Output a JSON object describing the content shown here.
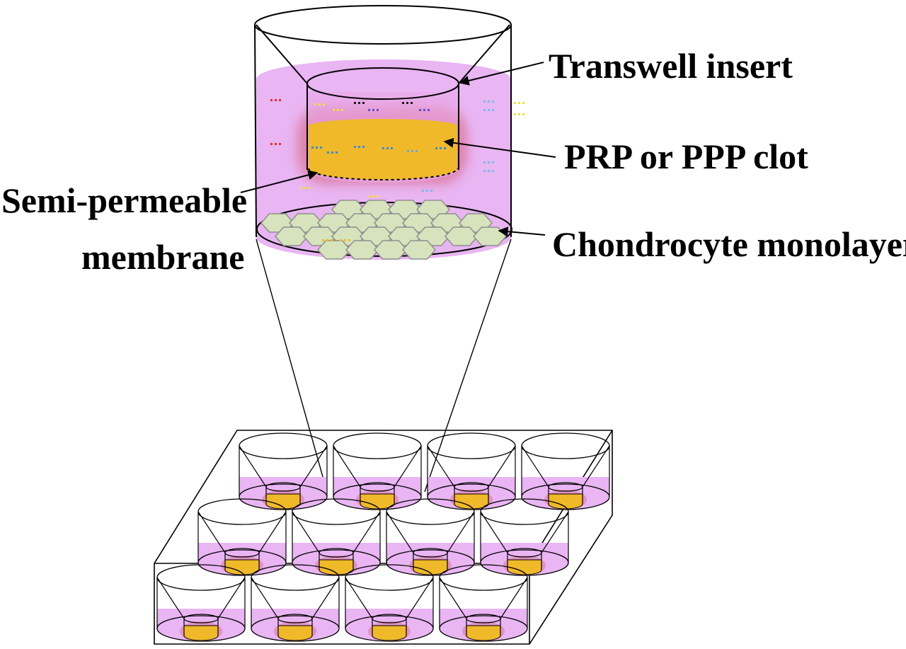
{
  "labels": {
    "transwell_insert": "Transwell insert",
    "clot": "PRP or PPP clot",
    "membrane_line1": "Semi-permeable",
    "membrane_line2": "membrane",
    "monolayer": "Chondrocyte monolayer"
  },
  "colors": {
    "medium": "#e9b5f3",
    "clot": "#f0b92a",
    "clot_glow": "#d9708f",
    "cell_fill": "#d6e3bd",
    "cell_stroke": "#8f8f8f",
    "outline": "#000000"
  },
  "plate": {
    "rows": 3,
    "columns": 4
  },
  "icons": {
    "arrow": "arrow-head-icon",
    "well": "transwell-well-icon",
    "cell": "hexagon-cell-icon"
  }
}
